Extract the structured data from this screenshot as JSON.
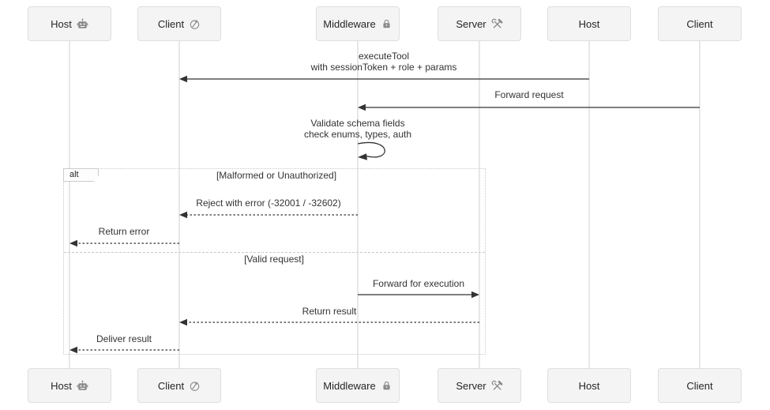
{
  "diagram": {
    "type": "sequence-diagram"
  },
  "participants": [
    {
      "name": "Host",
      "icon": "robot-icon"
    },
    {
      "name": "Client",
      "icon": "compass-icon"
    },
    {
      "name": "Middleware",
      "icon": "lock-icon"
    },
    {
      "name": "Server",
      "icon": "tools-icon"
    },
    {
      "name": "Host",
      "icon": ""
    },
    {
      "name": "Client",
      "icon": ""
    }
  ],
  "messages": {
    "execute_tool": {
      "line1": "executeTool",
      "line2": "with sessionToken + role + params",
      "from": "Host",
      "to": "Client",
      "style": "solid"
    },
    "forward_request": {
      "label": "Forward request",
      "from": "Client",
      "to": "Middleware",
      "style": "solid"
    },
    "validate": {
      "line1": "Validate schema fields",
      "line2": "check enums, types, auth",
      "on": "Middleware",
      "style": "self-loop"
    },
    "reject": {
      "label": "Reject with error (-32001 / -32602)",
      "from": "Middleware",
      "to": "Client",
      "style": "dashed"
    },
    "return_error": {
      "label": "Return error",
      "from": "Client",
      "to": "Host",
      "style": "dashed"
    },
    "forward_execution": {
      "label": "Forward for execution",
      "from": "Middleware",
      "to": "Server",
      "style": "solid"
    },
    "return_result": {
      "label": "Return result",
      "from": "Server",
      "to": "Client",
      "style": "dashed"
    },
    "deliver_result": {
      "label": "Deliver result",
      "from": "Client",
      "to": "Host",
      "style": "dashed"
    }
  },
  "alt_frame": {
    "label": "alt",
    "condition1": "[Malformed or Unauthorized]",
    "condition2": "[Valid request]"
  },
  "colors": {
    "background": "#ffffff",
    "participant_fill": "#f4f4f4",
    "participant_border": "#dedede",
    "lifeline": "#cfcfcf",
    "arrow": "#333333",
    "text": "#262626",
    "frame_border": "#c9c9c9",
    "icon": "#8a8a8a"
  }
}
